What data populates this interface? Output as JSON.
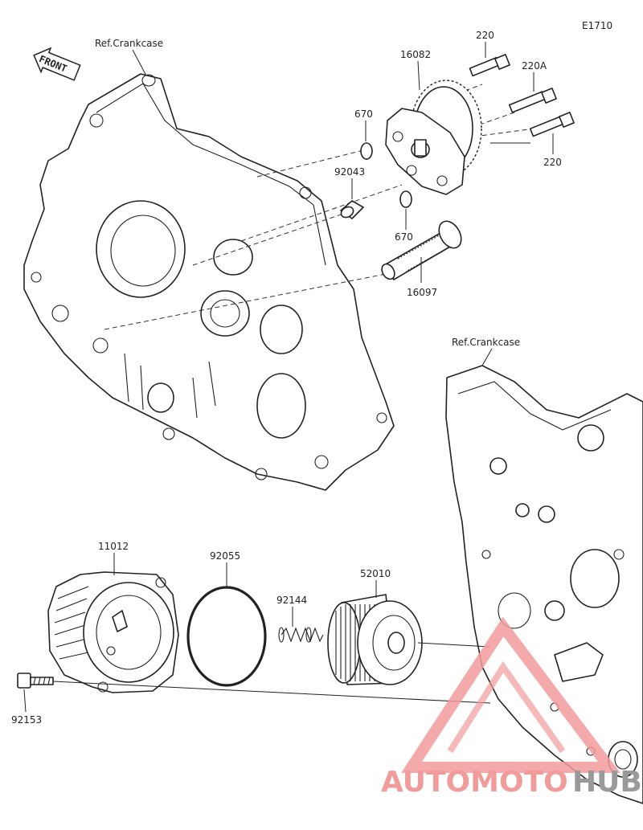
{
  "diagram_code": "E1710",
  "front_label": "FRONT",
  "ref_labels": [
    "Ref.Crankcase",
    "Ref.Crankcase"
  ],
  "parts": {
    "p16082": "16082",
    "p220_top": "220",
    "p220a": "220A",
    "p220_right": "220",
    "p670_top": "670",
    "p92043": "92043",
    "p670_bottom": "670",
    "p16097": "16097",
    "p11012": "11012",
    "p92055": "92055",
    "p92144": "92144",
    "p52010": "52010",
    "p92153": "92153"
  },
  "watermark": {
    "part1": "AUTOMOTO",
    "part2": "HUB",
    "color1": "#f29b9b",
    "color2": "#9a9a9a"
  }
}
